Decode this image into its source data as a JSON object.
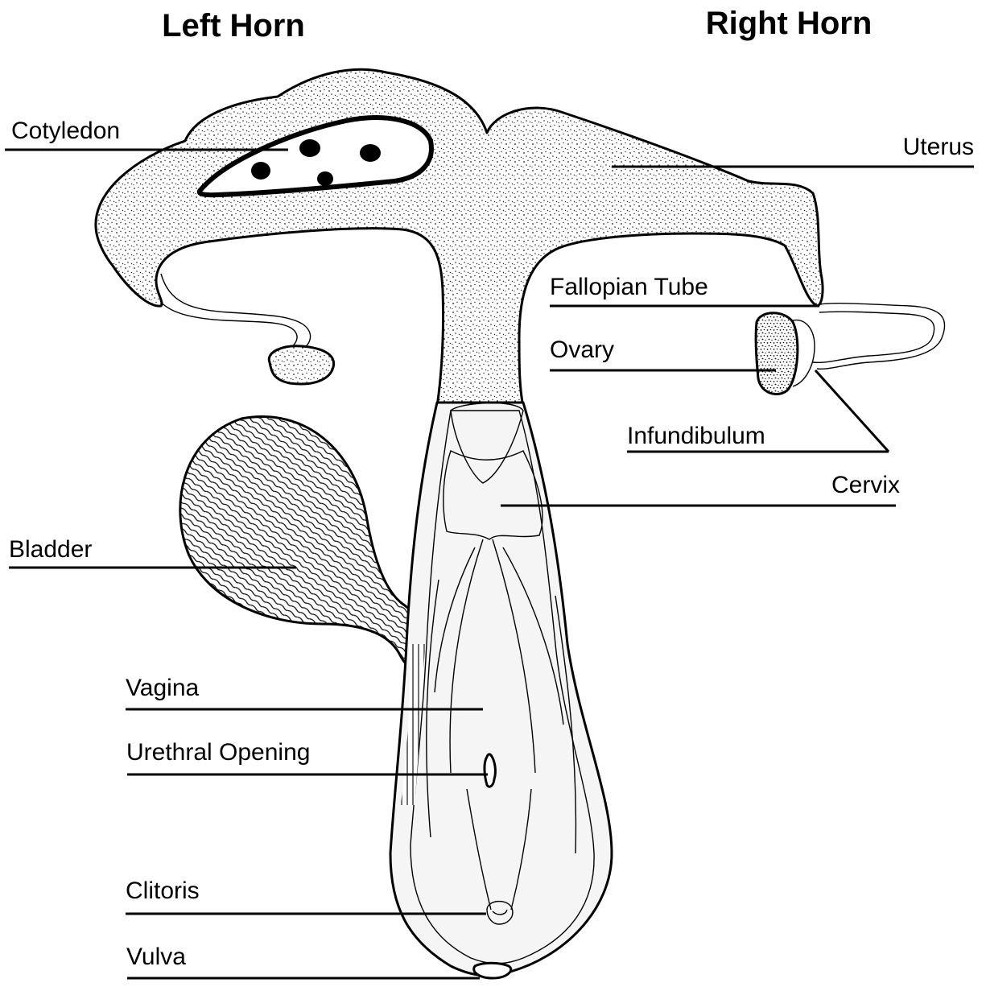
{
  "headings": {
    "left": "Left Horn",
    "right": "Right Horn"
  },
  "labels": {
    "cotyledon": "Cotyledon",
    "uterus": "Uterus",
    "fallopian_tube": "Fallopian Tube",
    "ovary": "Ovary",
    "infundibulum": "Infundibulum",
    "cervix": "Cervix",
    "bladder": "Bladder",
    "vagina": "Vagina",
    "urethral_opening": "Urethral Opening",
    "clitoris": "Clitoris",
    "vulva": "Vulva"
  }
}
